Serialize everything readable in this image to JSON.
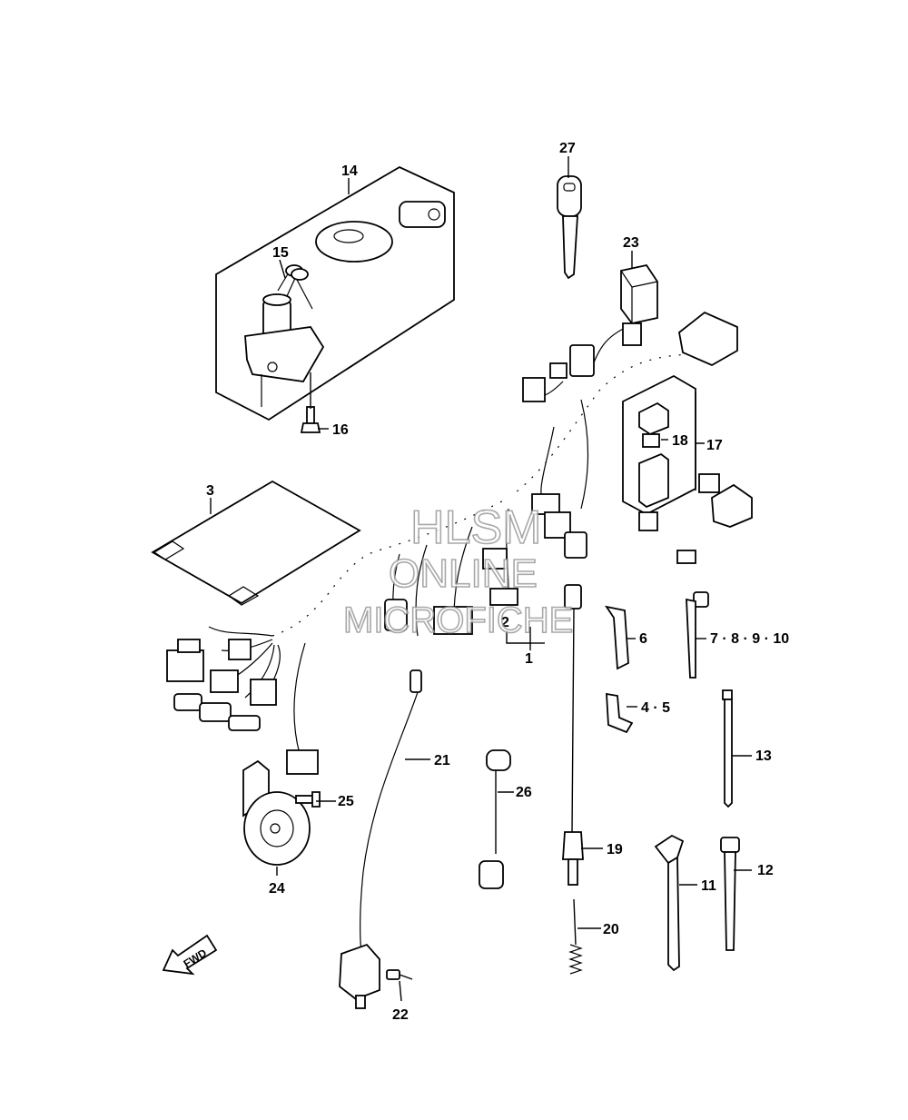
{
  "watermark": {
    "line1": "HLSM",
    "line2": "ONLINE",
    "line3": "MICROFICHE"
  },
  "fwd_label": "FWD",
  "callouts": [
    {
      "id": "c1",
      "text": "1"
    },
    {
      "id": "c2",
      "text": "2"
    },
    {
      "id": "c3",
      "text": "3"
    },
    {
      "id": "c45",
      "text": "4 · 5"
    },
    {
      "id": "c6",
      "text": "6"
    },
    {
      "id": "c78910",
      "text": "7 · 8 · 9 · 10"
    },
    {
      "id": "c11",
      "text": "11"
    },
    {
      "id": "c12",
      "text": "12"
    },
    {
      "id": "c13",
      "text": "13"
    },
    {
      "id": "c14",
      "text": "14"
    },
    {
      "id": "c15",
      "text": "15"
    },
    {
      "id": "c16",
      "text": "16"
    },
    {
      "id": "c17",
      "text": "17"
    },
    {
      "id": "c18",
      "text": "18"
    },
    {
      "id": "c19",
      "text": "19"
    },
    {
      "id": "c20",
      "text": "20"
    },
    {
      "id": "c21",
      "text": "21"
    },
    {
      "id": "c22",
      "text": "22"
    },
    {
      "id": "c23",
      "text": "23"
    },
    {
      "id": "c24",
      "text": "24"
    },
    {
      "id": "c25",
      "text": "25"
    },
    {
      "id": "c26",
      "text": "26"
    },
    {
      "id": "c27",
      "text": "27"
    }
  ]
}
